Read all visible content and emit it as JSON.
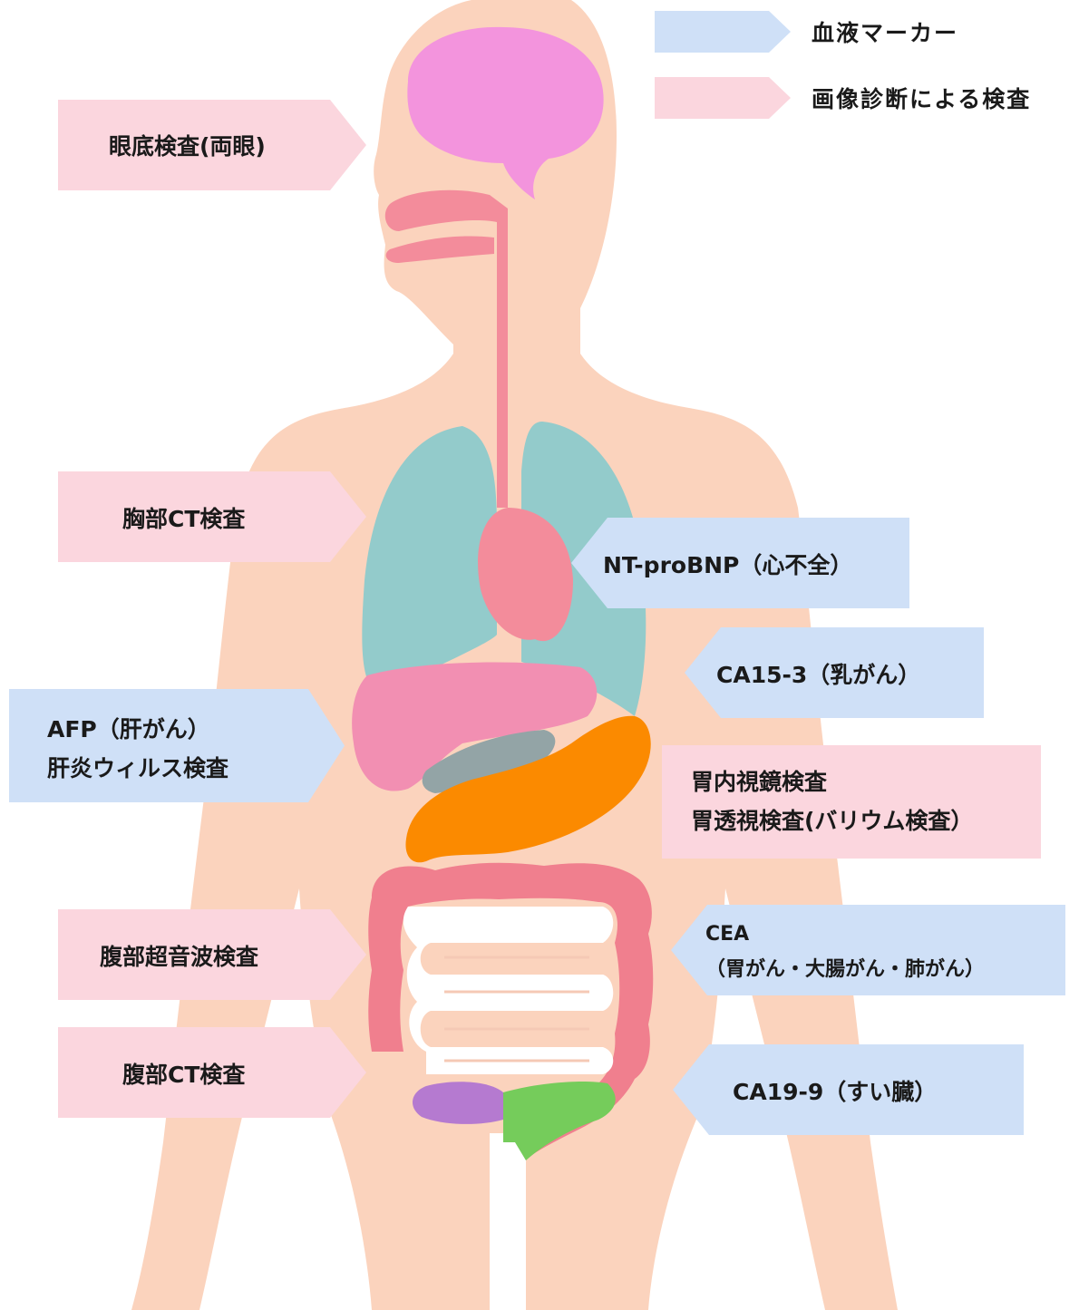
{
  "colors": {
    "blood_marker": "#cfe0f7",
    "imaging": "#fbd6de",
    "skin": "#fbd3bd",
    "brain": "#f394dd",
    "lungs": "#93cbcb",
    "heart": "#f38c9b",
    "liver": "#f28fb2",
    "stomach": "#fb8a00",
    "intestine": "#f07f8e",
    "kidney": "#b57ad0",
    "bladder": "#75cc5b"
  },
  "legend": [
    {
      "label": "血液マーカー",
      "category": "blood_marker"
    },
    {
      "label": "画像診断による検査",
      "category": "imaging"
    }
  ],
  "callouts": [
    {
      "id": "fundus",
      "category": "imaging",
      "lines": [
        "眼底検査(両眼)"
      ]
    },
    {
      "id": "chest-ct",
      "category": "imaging",
      "lines": [
        "胸部CT検査"
      ]
    },
    {
      "id": "nt-probnp",
      "category": "blood_marker",
      "lines": [
        "NT-proBNP（心不全）"
      ]
    },
    {
      "id": "ca15-3",
      "category": "blood_marker",
      "lines": [
        "CA15-3（乳がん）"
      ]
    },
    {
      "id": "afp",
      "category": "blood_marker",
      "lines": [
        "AFP（肝がん）",
        "肝炎ウィルス検査"
      ]
    },
    {
      "id": "gastro",
      "category": "imaging",
      "lines": [
        "胃内視鏡検査",
        "胃透視検査(バリウム検査）"
      ]
    },
    {
      "id": "abdominal-us",
      "category": "imaging",
      "lines": [
        "腹部超音波検査"
      ]
    },
    {
      "id": "cea",
      "category": "blood_marker",
      "lines": [
        "CEA",
        "（胃がん・大腸がん・肺がん）"
      ]
    },
    {
      "id": "abdominal-ct",
      "category": "imaging",
      "lines": [
        "腹部CT検査"
      ]
    },
    {
      "id": "ca19-9",
      "category": "blood_marker",
      "lines": [
        "CA19-9（すい臓）"
      ]
    }
  ]
}
